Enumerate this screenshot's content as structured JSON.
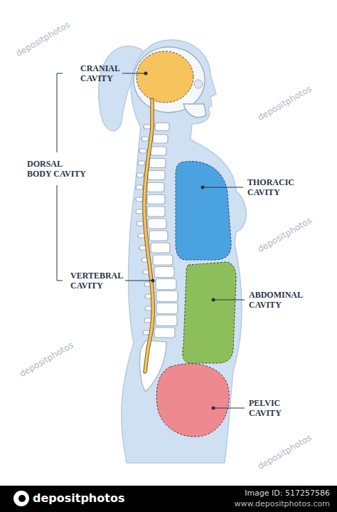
{
  "diagram": {
    "labels": [
      "CRANIAL CAVITY",
      "DORSAL BODY CAVITY",
      "VERTEBRAL CAVITY",
      "THORACIC CAVITY",
      "ABDOMINAL CAVITY",
      "PELVIC CAVITY",
      "depositphotos",
      "depositphotos",
      "depositphotos",
      "depositphotos",
      "depositphotos",
      "depositphotos",
      "Image ID: 517257586",
      "www.depositphotos.com"
    ]
  }
}
